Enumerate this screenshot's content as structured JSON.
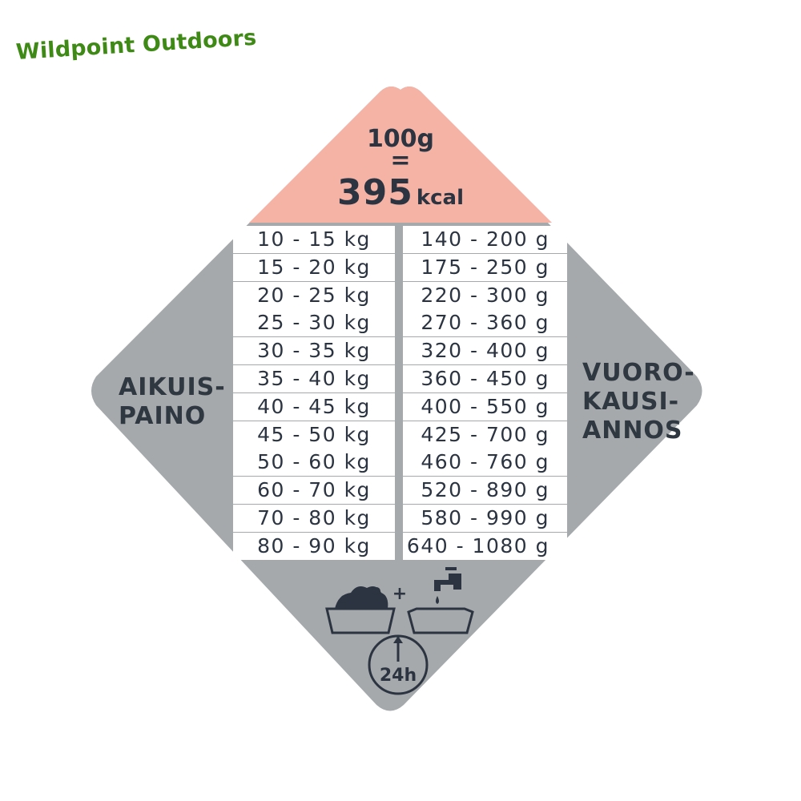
{
  "brand": "Wildpoint Outdoors",
  "energy": {
    "amount": "100g",
    "equals": "=",
    "kcal_value": "395",
    "kcal_unit": "kcal"
  },
  "labels": {
    "left": [
      "AIKUIS-",
      "PAINO"
    ],
    "right": [
      "VUORO-",
      "KAUSI-",
      "ANNOS"
    ]
  },
  "rows": [
    {
      "weight": "10 - 15 kg",
      "daily": "140 - 200 g"
    },
    {
      "weight": "15 - 20 kg",
      "daily": "175 - 250 g"
    },
    {
      "weight": "20 - 25 kg",
      "daily": "220 - 300 g"
    },
    {
      "weight": "25 - 30 kg",
      "daily": "270 - 360 g"
    },
    {
      "weight": "30 - 35 kg",
      "daily": "320 - 400 g"
    },
    {
      "weight": "35 - 40 kg",
      "daily": "360 - 450 g"
    },
    {
      "weight": "40 - 45 kg",
      "daily": "400 - 550 g"
    },
    {
      "weight": "45 - 50 kg",
      "daily": "425 - 700 g"
    },
    {
      "weight": "50 - 60 kg",
      "daily": "460 - 760 g"
    },
    {
      "weight": "60 - 70 kg",
      "daily": "520 - 890 g"
    },
    {
      "weight": "70 - 80 kg",
      "daily": "580 - 990 g"
    },
    {
      "weight": "80 - 90 kg",
      "daily": "640 - 1080 g"
    }
  ],
  "footer": {
    "plus": "+",
    "period": "24h",
    "icons": [
      "food-bowl-icon",
      "water-tap-icon",
      "water-bowl-icon",
      "clock-24h-icon"
    ]
  },
  "colors": {
    "brand_green": "#3f8a16",
    "diamond_gray": "#a5a9ac",
    "top_salmon": "#f4b3a5",
    "text_dark": "#2b3440"
  }
}
